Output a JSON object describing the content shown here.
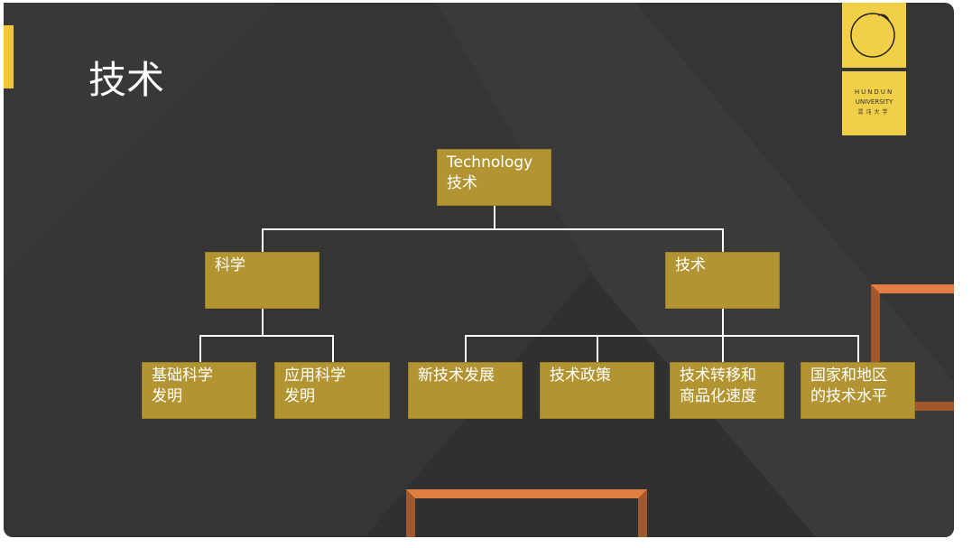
{
  "title": "技术",
  "logo": {
    "line1": "HUNDUN",
    "line2": "UNIVERSITY",
    "line3": "混沌大学"
  },
  "org": {
    "root": {
      "line1": "Technology",
      "line2": "技术"
    },
    "level1": [
      "科学",
      "技术"
    ],
    "science_children": [
      [
        "基础科学",
        "发明"
      ],
      [
        "应用科学",
        "发明"
      ]
    ],
    "tech_children": [
      [
        "新技术发展",
        ""
      ],
      [
        "技术政策",
        ""
      ],
      [
        "技术转移和",
        "商品化速度"
      ],
      [
        "国家和地区",
        "的技术水平"
      ]
    ]
  },
  "colors": {
    "background": "#353535",
    "box": "#b29532",
    "accent": "#f2c53a",
    "frame": "#e07f3f"
  }
}
